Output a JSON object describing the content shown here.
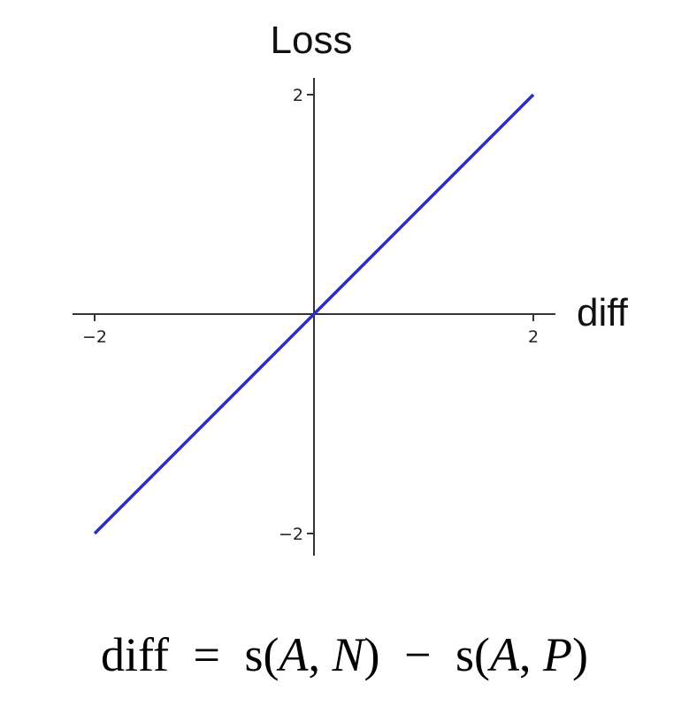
{
  "chart_data": {
    "type": "line",
    "title": "",
    "xlabel": "diff",
    "ylabel": "Loss",
    "xlim": [
      -2,
      2
    ],
    "ylim": [
      -2,
      2
    ],
    "x_ticks": [
      {
        "value": -2,
        "label": "−2"
      },
      {
        "value": 2,
        "label": "2"
      }
    ],
    "y_ticks": [
      {
        "value": 2,
        "label": "2"
      },
      {
        "value": -2,
        "label": "−2"
      }
    ],
    "grid": false,
    "series": [
      {
        "x": [
          -2,
          2
        ],
        "y": [
          -2,
          2
        ],
        "color": "#2b2bd6"
      }
    ]
  },
  "equation": {
    "lhs": "diff",
    "equals": "=",
    "term1_fn": "s(",
    "term1_a": "A",
    "term1_sep": ", ",
    "term1_b": "N",
    "term1_close": ")",
    "minus": "−",
    "term2_fn": "s(",
    "term2_a": "A",
    "term2_sep": ", ",
    "term2_b": "P",
    "term2_close": ")"
  },
  "colors": {
    "axis": "#333333",
    "line": "#2b2bd6"
  }
}
